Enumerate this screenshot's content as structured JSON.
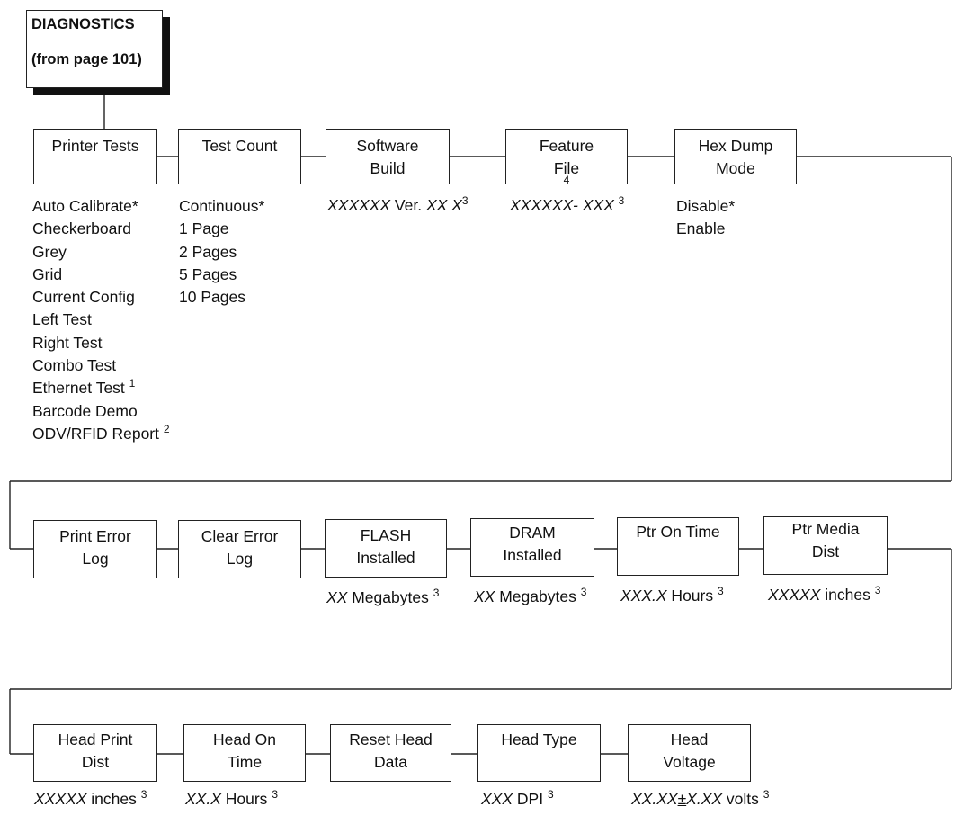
{
  "start_box": {
    "line1": "DIAGNOSTICS",
    "line2": "(from page 101)"
  },
  "row1": {
    "printer_tests": {
      "line1": "Printer Tests",
      "options": [
        "Auto Calibrate*",
        "Checkerboard",
        "Grey",
        "Grid",
        "Current Config",
        "Left Test",
        "Right Test",
        "Combo Test",
        "Ethernet Test",
        "Barcode Demo",
        "ODV/RFID Report"
      ],
      "ethernet_note": "1",
      "odv_note": "2"
    },
    "test_count": {
      "line1": "Test Count",
      "options": [
        "Continuous*",
        "1 Page",
        "2 Pages",
        "5 Pages",
        "10 Pages"
      ]
    },
    "software_build": {
      "line1": "Software",
      "line2": "Build",
      "value_italic": "XXXXXX",
      "value_mid": " Ver. ",
      "value_italic2": "XX X",
      "note": "3"
    },
    "feature_file": {
      "line1": "Feature",
      "line2": "File",
      "note_label": "4",
      "value_italic": "XXXXXX- XXX",
      "note": "3"
    },
    "hex_dump": {
      "line1": "Hex Dump",
      "line2": "Mode",
      "options": [
        "Disable*",
        "Enable"
      ]
    }
  },
  "row2": {
    "print_error_log": {
      "line1": "Print Error",
      "line2": "Log"
    },
    "clear_error_log": {
      "line1": "Clear Error",
      "line2": "Log"
    },
    "flash_installed": {
      "line1": "FLASH",
      "line2": "Installed",
      "value_italic": "XX",
      "value_rest": " Megabytes",
      "note": "3"
    },
    "dram_installed": {
      "line1": "DRAM",
      "line2": "Installed",
      "value_italic": "XX",
      "value_rest": " Megabytes",
      "note": "3"
    },
    "ptr_on_time": {
      "line1": "Ptr On Time",
      "value_italic": "XXX.X",
      "value_rest": " Hours",
      "note": "3"
    },
    "ptr_media_dist": {
      "line1": "Ptr Media",
      "line2": "Dist",
      "value_italic": "XXXXX",
      "value_rest": " inches",
      "note": "3"
    }
  },
  "row3": {
    "head_print_dist": {
      "line1": "Head Print",
      "line2": "Dist",
      "value_italic": "XXXXX",
      "value_rest": " inches",
      "note": "3"
    },
    "head_on_time": {
      "line1": "Head On",
      "line2": "Time",
      "value_italic": "XX.X",
      "value_rest": " Hours",
      "note": "3"
    },
    "reset_head_data": {
      "line1": "Reset Head",
      "line2": "Data"
    },
    "head_type": {
      "line1": "Head Type",
      "value_italic": "XXX",
      "value_rest": " DPI",
      "note": "3"
    },
    "head_voltage": {
      "line1": "Head",
      "line2": "Voltage",
      "value_italic": "XX.XX",
      "value_pm": "±",
      "value_italic2": "X.XX",
      "value_rest": " volts",
      "note": "3"
    }
  }
}
